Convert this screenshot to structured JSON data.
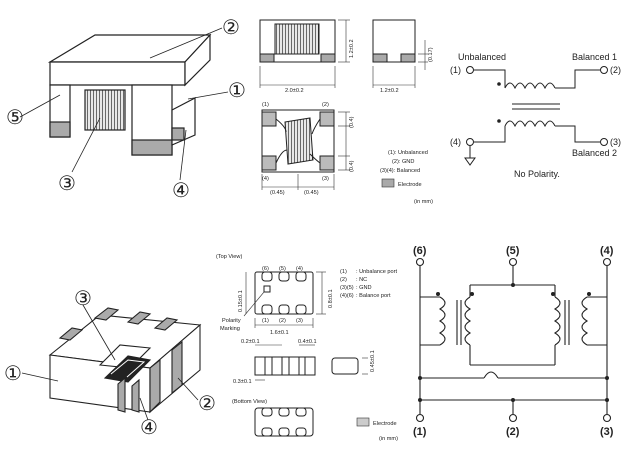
{
  "top": {
    "callouts": {
      "c1": "①",
      "c2": "②",
      "c3": "③",
      "c4": "④",
      "c5": "⑤"
    },
    "dims": {
      "width": "2.0±0.2",
      "height": "1.2±0.2",
      "side_width": "1.2±0.2",
      "side_small": "(0.17)",
      "pad_a": "(0.45)",
      "pad_b": "(0.45)",
      "pad_h1": "(0.4)",
      "pad_h2": "(0.4)"
    },
    "pad_labels": {
      "p1": "(1)",
      "p2": "(2)",
      "p3": "(3)",
      "p4": "(4)"
    },
    "legend": {
      "l1": "(1): Unbalanced",
      "l2": "(2): GND",
      "l3": "(3)(4): Balanced",
      "electrode": "Electrode",
      "unit": "(in mm)"
    },
    "schematic": {
      "unbalanced": "Unbalanced",
      "balanced1": "Balanced 1",
      "balanced2": "Balanced 2",
      "p1": "(1)",
      "p2": "(2)",
      "p3": "(3)",
      "p4": "(4)",
      "note": "No Polarity."
    }
  },
  "bottom": {
    "callouts": {
      "c1": "①",
      "c2": "②",
      "c3": "③",
      "c4": "④"
    },
    "top_view": "(Top View)",
    "bottom_view": "(Bottom View)",
    "polarity": [
      "Polarity",
      "Marking"
    ],
    "pin_top": [
      "(6)",
      "(5)",
      "(4)"
    ],
    "pin_bot": [
      "(1)",
      "(2)",
      "(3)"
    ],
    "dims": {
      "height": "0.8±0.1",
      "width": "1.6±0.1",
      "side": "0.15±0.1",
      "a": "0.2±0.1",
      "b": "0.4±0.1",
      "c": "0.3±0.1",
      "d": "0.45±0.1"
    },
    "legend": {
      "l1": "(1)",
      "l1v": ": Unbalance port",
      "l2": "(2)",
      "l2v": ": NC",
      "l3": "(3)(5)",
      "l3v": ": GND",
      "l4": "(4)(6)",
      "l4v": ": Balance port"
    },
    "electrode": "Electrode",
    "unit": "(in mm)",
    "schematic": {
      "t6": "(6)",
      "t5": "(5)",
      "t4": "(4)",
      "b1": "(1)",
      "b2": "(2)",
      "b3": "(3)"
    }
  }
}
